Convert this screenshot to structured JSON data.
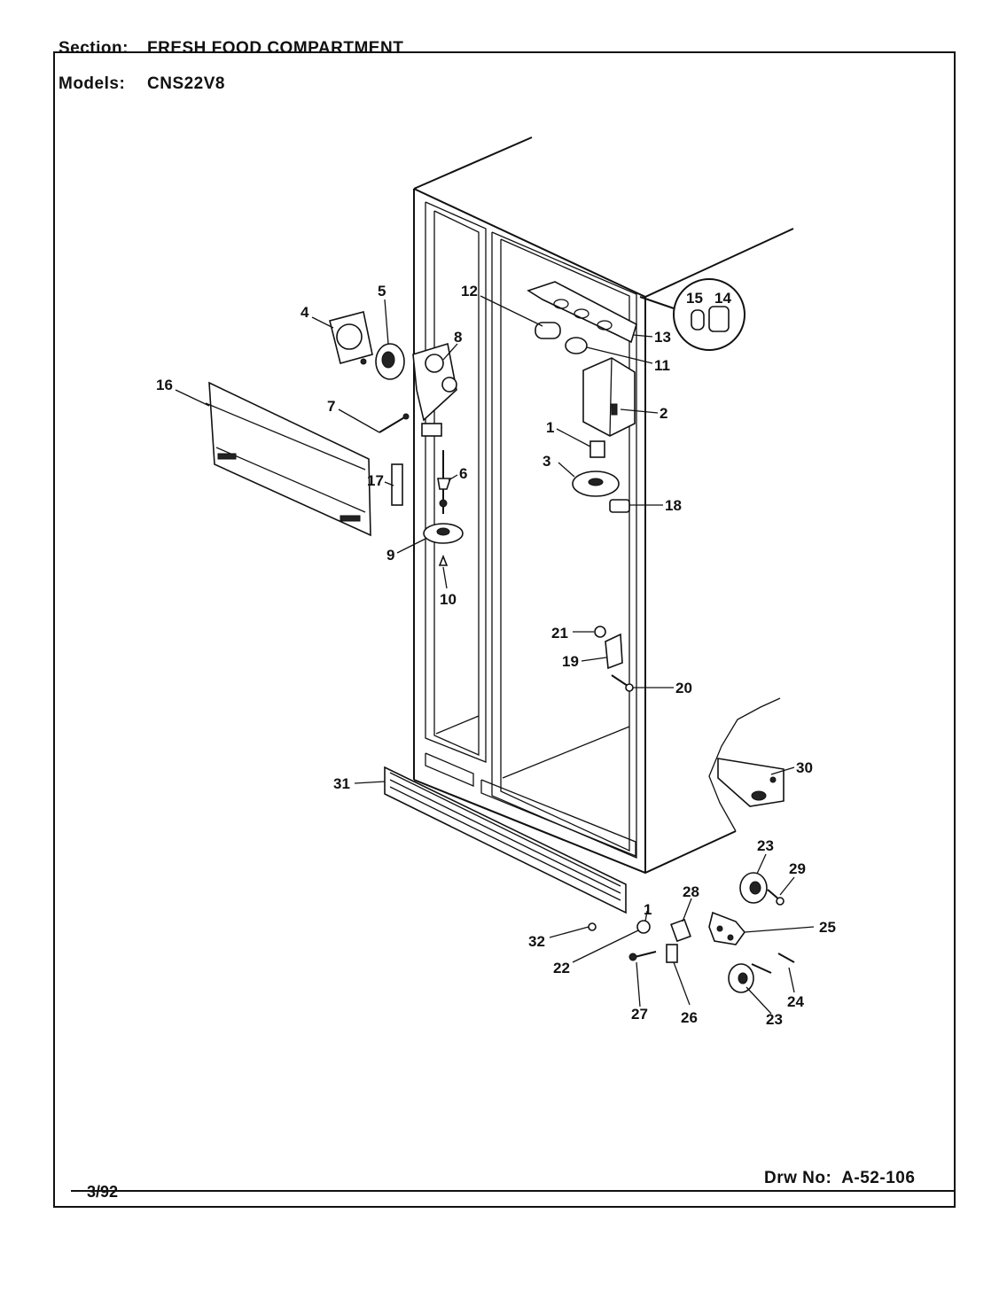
{
  "header": {
    "section_label": "Section:",
    "section_value": "FRESH FOOD COMPARTMENT",
    "models_label": "Models:",
    "models_value": "CNS22V8"
  },
  "footer": {
    "date": "3/92",
    "drawing_label": "Drw No:",
    "drawing_number": "A-52-106"
  },
  "callouts": {
    "c1": "1",
    "c1b": "1",
    "c2": "2",
    "c3": "3",
    "c4": "4",
    "c5": "5",
    "c6": "6",
    "c7": "7",
    "c8": "8",
    "c9": "9",
    "c10": "10",
    "c11": "11",
    "c12": "12",
    "c13": "13",
    "c14": "14",
    "c15": "15",
    "c16": "16",
    "c17": "17",
    "c18": "18",
    "c19": "19",
    "c20": "20",
    "c21": "21",
    "c22": "22",
    "c23a": "23",
    "c23b": "23",
    "c24": "24",
    "c25": "25",
    "c26": "26",
    "c27": "27",
    "c28": "28",
    "c29": "29",
    "c30": "30",
    "c31": "31",
    "c32": "32"
  }
}
